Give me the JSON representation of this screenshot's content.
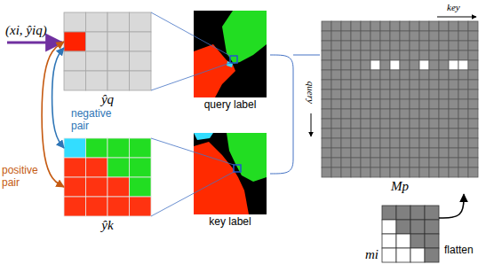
{
  "diagram": {
    "nodes": [
      {
        "text": [
          "ŷq"
        ]
      },
      {
        "text": [
          "ŷk"
        ]
      },
      {
        "text": [
          "query label"
        ]
      },
      {
        "text": [
          "key label"
        ]
      },
      {
        "text": [
          "Mp"
        ]
      },
      {
        "text": [
          "mi"
        ]
      }
    ],
    "edges": [
      {
        "from": 0,
        "to": 1,
        "label": "positive pair",
        "arrow": "both"
      },
      {
        "from": 0,
        "to": 1,
        "label": "negative pair",
        "arrow": "both"
      },
      {
        "from": 5,
        "to": 4,
        "label": "flatten",
        "arrow": "to"
      }
    ],
    "labels": [
      "(xi, ŷiq)",
      "key",
      "query"
    ]
  }
}
